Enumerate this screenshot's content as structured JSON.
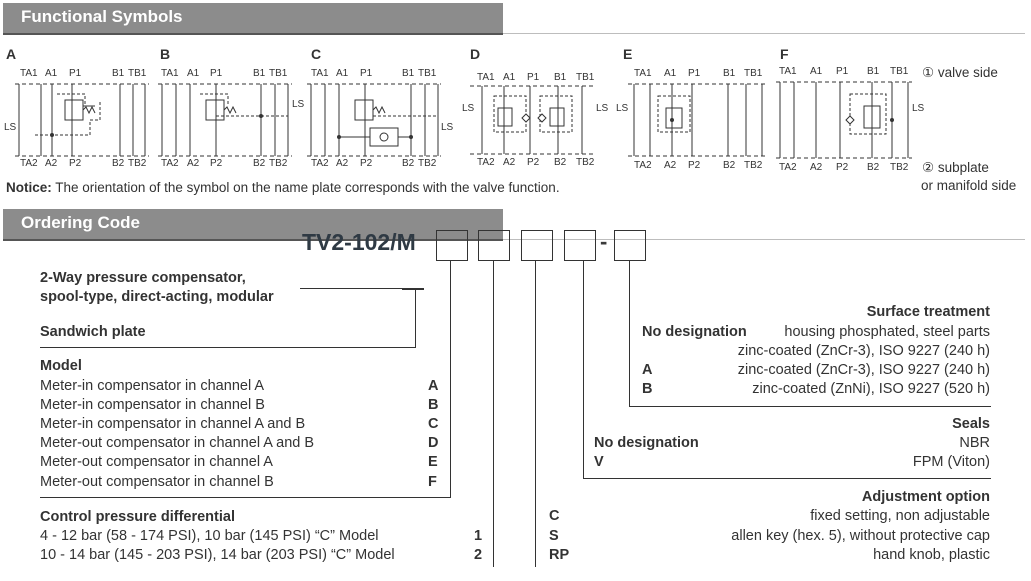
{
  "functional_symbols": {
    "header": "Functional Symbols",
    "variants": [
      {
        "letter": "A",
        "top_ports": [
          "TA1",
          "A1",
          "P1",
          "B1",
          "TB1"
        ],
        "bottom_ports": [
          "TA2",
          "A2",
          "P2",
          "B2",
          "TB2"
        ],
        "ls": "LS"
      },
      {
        "letter": "B",
        "top_ports": [
          "TA1",
          "A1",
          "P1",
          "B1",
          "TB1"
        ],
        "bottom_ports": [
          "TA2",
          "A2",
          "P2",
          "B2",
          "TB2"
        ],
        "ls": "LS"
      },
      {
        "letter": "C",
        "top_ports": [
          "TA1",
          "A1",
          "P1",
          "B1",
          "TB1"
        ],
        "bottom_ports": [
          "TA2",
          "A2",
          "P2",
          "B2",
          "TB2"
        ],
        "ls": "LS"
      },
      {
        "letter": "D",
        "top_ports": [
          "TA1",
          "A1",
          "P1",
          "B1",
          "TB1"
        ],
        "bottom_ports": [
          "TA2",
          "A2",
          "P2",
          "B2",
          "TB2"
        ],
        "ls": "LS"
      },
      {
        "letter": "E",
        "top_ports": [
          "TA1",
          "A1",
          "P1",
          "B1",
          "TB1"
        ],
        "bottom_ports": [
          "TA2",
          "A2",
          "P2",
          "B2",
          "TB2"
        ],
        "ls": "LS"
      },
      {
        "letter": "F",
        "top_ports": [
          "TA1",
          "A1",
          "P1",
          "B1",
          "TB1"
        ],
        "bottom_ports": [
          "TA2",
          "A2",
          "P2",
          "B2",
          "TB2"
        ],
        "ls": "LS"
      }
    ],
    "valve_side": "① valve side",
    "subplate_side_1": "② subplate",
    "subplate_side_2": "or manifold side",
    "notice_label": "Notice:",
    "notice_text": " The orientation of the symbol on the name plate corresponds with the valve function."
  },
  "ordering_code": {
    "header": "Ordering Code",
    "product_name_1": "2-Way pressure compensator,",
    "product_name_2": "spool-type, direct-acting, modular",
    "model_code": "TV2-102/M",
    "dash": "-",
    "sandwich": "Sandwich plate",
    "model": {
      "title": "Model",
      "rows": [
        {
          "desc": "Meter-in compensator in channel A",
          "code": "A"
        },
        {
          "desc": "Meter-in compensator in channel B",
          "code": "B"
        },
        {
          "desc": "Meter-in compensator in channel A and B",
          "code": "C"
        },
        {
          "desc": "Meter-out compensator in channel A and B",
          "code": "D"
        },
        {
          "desc": "Meter-out compensator in channel A",
          "code": "E"
        },
        {
          "desc": "Meter-out compensator in channel B",
          "code": "F"
        }
      ]
    },
    "control_pressure": {
      "title": "Control pressure differential",
      "rows": [
        {
          "desc": " 4 - 12 bar  (58 - 174 PSI), 10 bar (145 PSI) “C” Model",
          "code": "1"
        },
        {
          "desc": "10 - 14 bar (145 - 203 PSI), 14 bar (203 PSI) “C” Model",
          "code": "2"
        }
      ]
    },
    "surface": {
      "title": "Surface treatment",
      "no_desig": "No designation",
      "no_desig_text": "housing phosphated, steel parts",
      "no_desig_text2": "zinc-coated (ZnCr-3), ISO 9227 (240 h)",
      "a_code": "A",
      "a_text": "zinc-coated (ZnCr-3), ISO 9227 (240 h)",
      "b_code": "B",
      "b_text": "zinc-coated (ZnNi), ISO 9227 (520 h)"
    },
    "seals": {
      "title": "Seals",
      "no_desig": "No designation",
      "no_desig_text": "NBR",
      "v_code": "V",
      "v_text": "FPM (Viton)"
    },
    "adjustment": {
      "title": "Adjustment option",
      "rows": [
        {
          "code": "C",
          "desc": "fixed setting, non adjustable"
        },
        {
          "code": "S",
          "desc": "allen key (hex. 5), without protective cap"
        },
        {
          "code": "RP",
          "desc": "hand knob, plastic"
        }
      ]
    }
  }
}
